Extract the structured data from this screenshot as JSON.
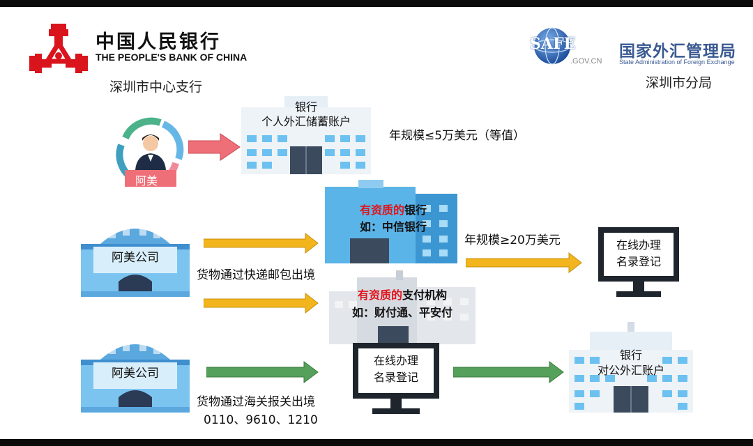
{
  "header": {
    "pboc_cn": "中国人民银行",
    "pboc_en": "THE PEOPLE'S BANK OF CHINA",
    "pboc_branch": "深圳市中心支行",
    "safe_logo_text": "SAFE",
    "safe_gov": ".GOV.CN",
    "safe_cn": "国家外汇管理局",
    "safe_en": "State Administration of Foreign Exchange",
    "safe_branch": "深圳市分局"
  },
  "row1": {
    "person_label": "阿美",
    "bank_line1": "银行",
    "bank_line2": "个人外汇储蓄账户",
    "limit": "年规模≤5万美元（等值）"
  },
  "row2": {
    "company_label": "阿美公司",
    "channel_label": "货物通过快递邮包出境",
    "bank_red": "有资质的",
    "bank_black": "银行",
    "bank_example": "如：中信银行",
    "pay_red": "有资质的",
    "pay_black": "支付机构",
    "pay_example": "如：财付通、平安付",
    "limit": "年规模≥20万美元",
    "monitor_line1": "在线办理",
    "monitor_line2": "名录登记"
  },
  "row3": {
    "company_label": "阿美公司",
    "channel_label": "货物通过海关报关出境",
    "channel_codes": "0110、9610、1210",
    "monitor_line1": "在线办理",
    "monitor_line2": "名录登记",
    "bank_line1": "银行",
    "bank_line2": "对公外汇账户"
  },
  "colors": {
    "pboc_red": "#d9141c",
    "safe_blue": "#3a5a92",
    "building_blue": "#5bb4e8",
    "arrow_pink": "#ef6f78",
    "arrow_yellow": "#f2b51d",
    "arrow_green": "#55a05a",
    "highlight_red": "#e0141c"
  }
}
